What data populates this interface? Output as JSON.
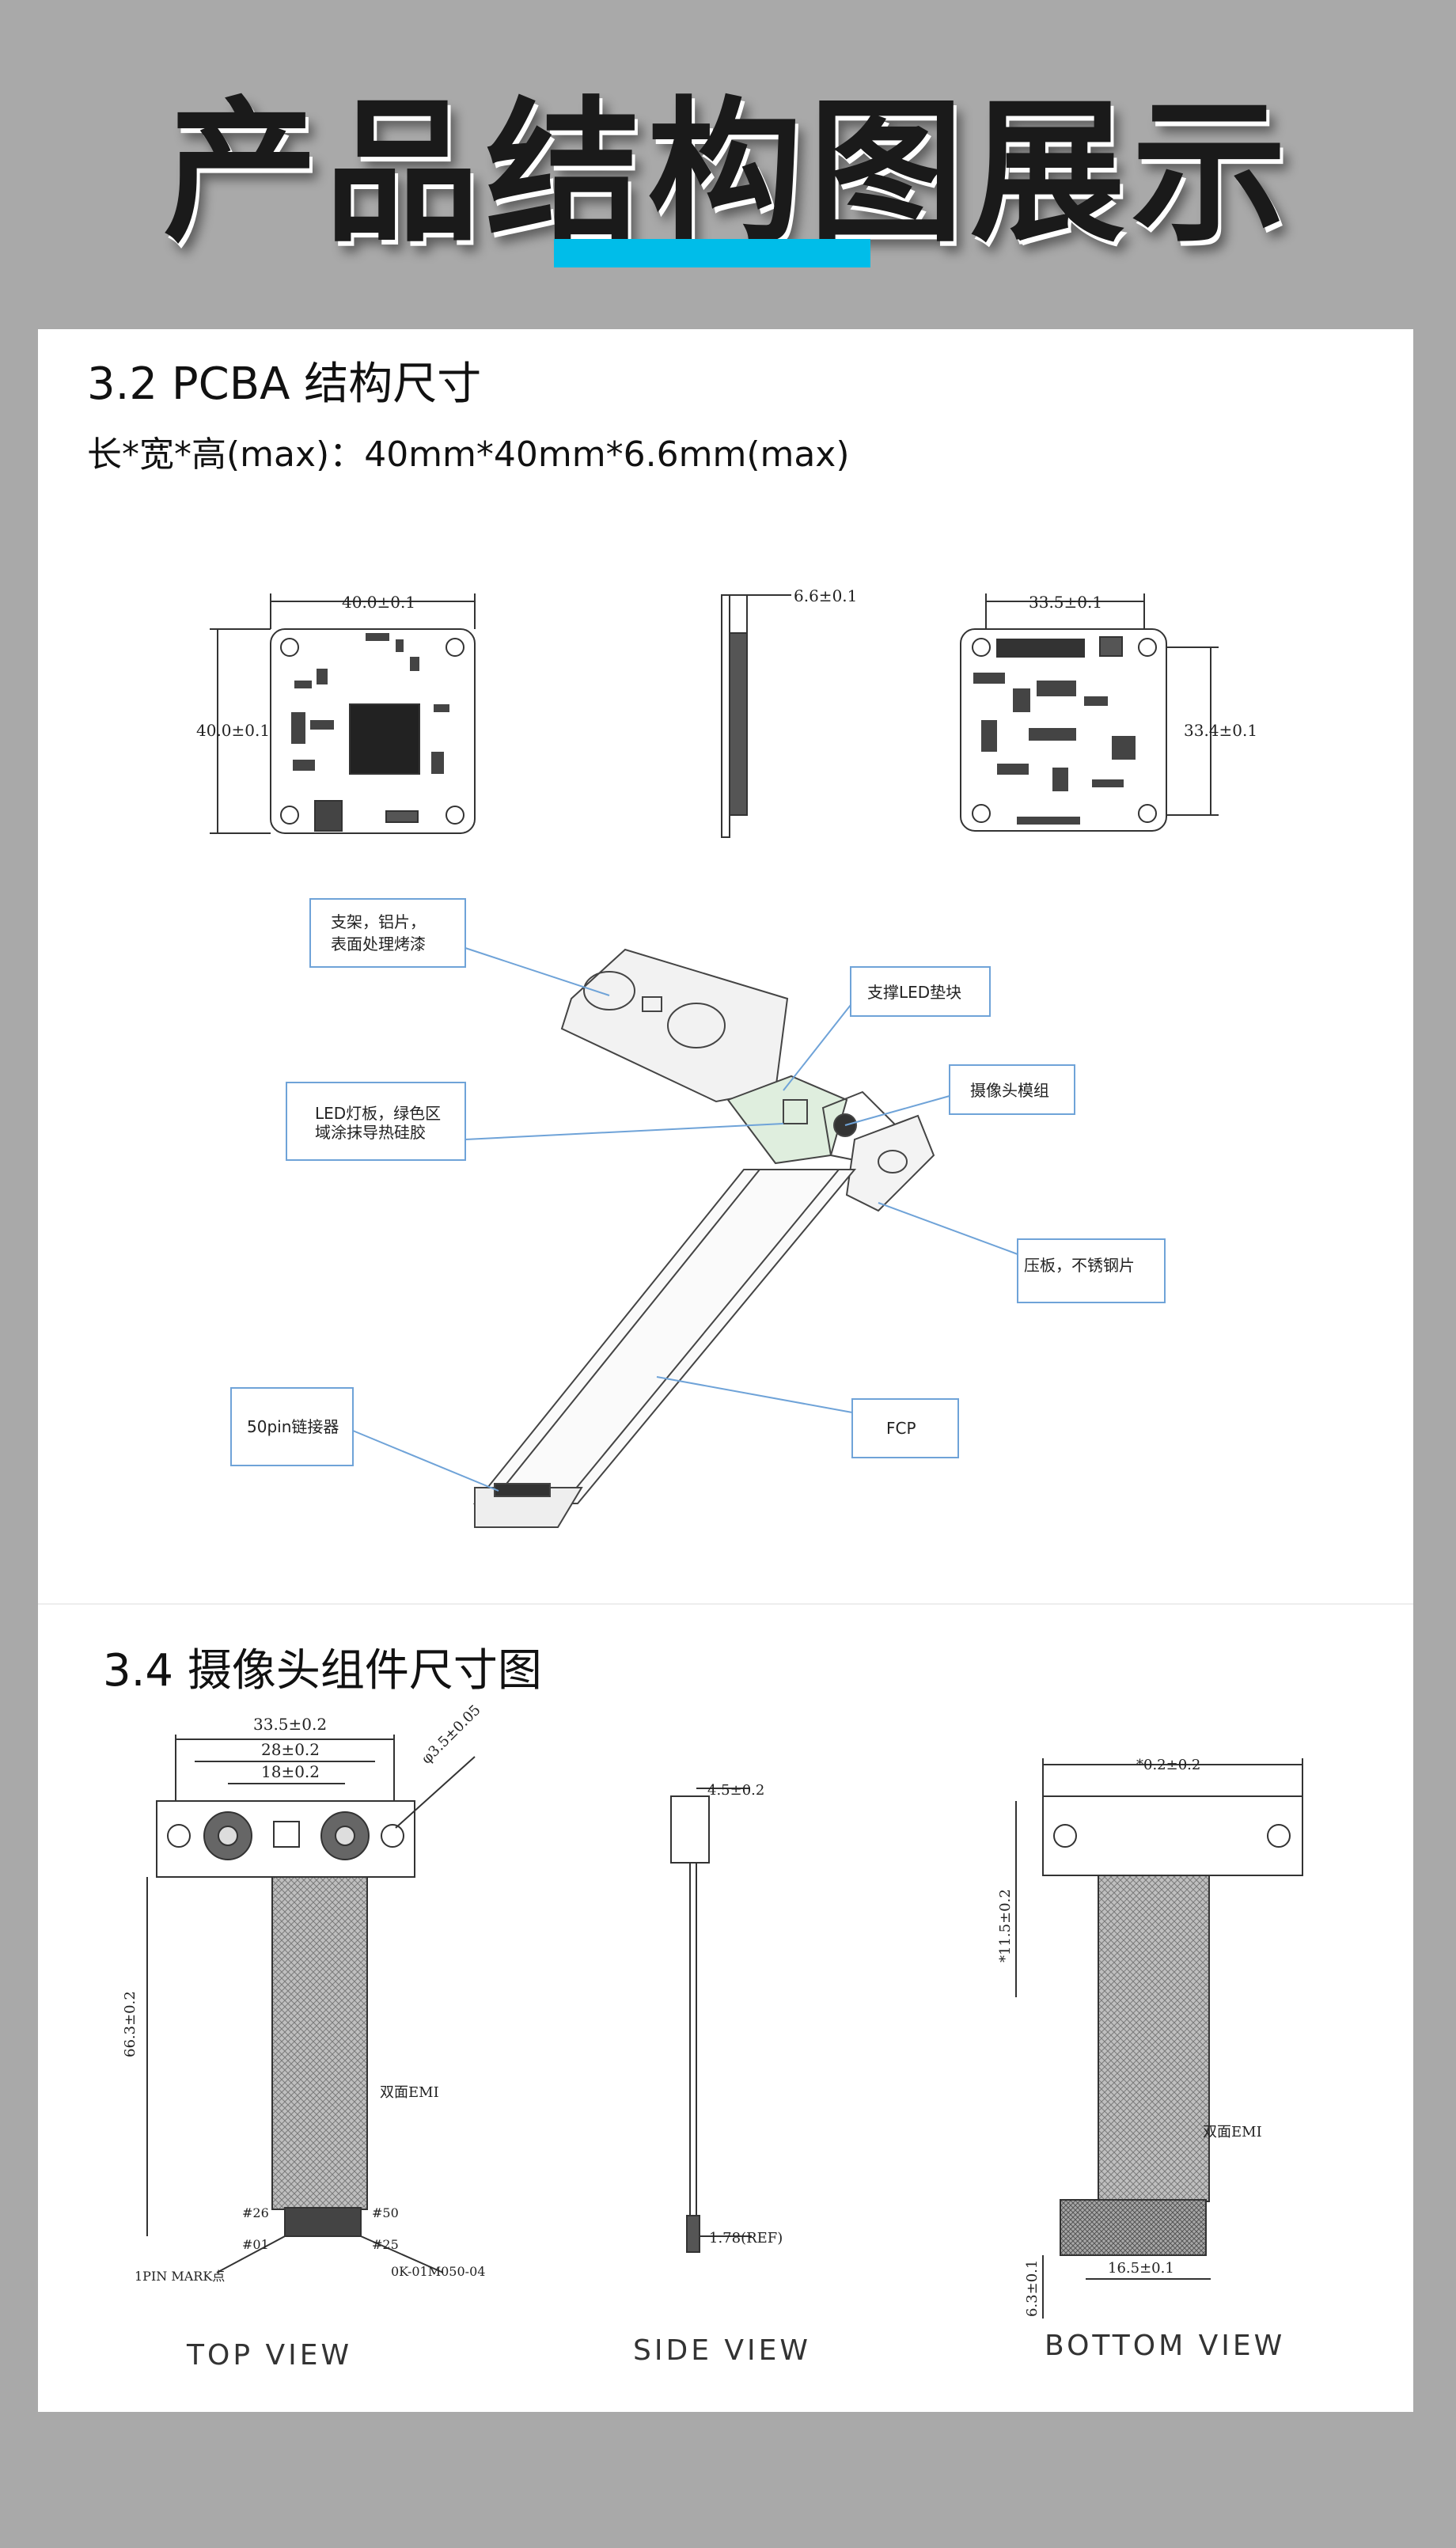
{
  "hero": {
    "title": "产品结构图展示"
  },
  "section_pcba": {
    "heading": "3.2 PCBA 结构尺寸",
    "dims": "长*宽*高(max)：40mm*40mm*6.6mm(max)",
    "front_w": "40.0±0.1",
    "front_h": "40.0±0.1",
    "side_thick": "6.6±0.1",
    "back_w": "33.5±0.1",
    "back_h": "33.4±0.1"
  },
  "exploded": {
    "callout_bracket_1": "支架，铝片，",
    "callout_bracket_2": "表面处理烤漆",
    "callout_led_pad": "支撑LED垫块",
    "callout_led_board_1": "LED灯板，绿色区",
    "callout_led_board_2": "域涂抹导热硅胶",
    "callout_camera": "摄像头模组",
    "callout_plate": "压板，不锈钢片",
    "callout_connector": "50pin链接器",
    "callout_fcp": "FCP"
  },
  "section_camera": {
    "heading": "3.4  摄像头组件尺寸图",
    "top_w1": "33.5±0.2",
    "top_w2": "28±0.2",
    "top_w3": "18±0.2",
    "top_hole": "φ3.5±0.05",
    "top_len": "66.3±0.2",
    "top_emi": "双面EMI",
    "pin26": "#26",
    "pin50": "#50",
    "pin01": "#01",
    "pin25": "#25",
    "pin_mark": "1PIN MARK点",
    "connector_part": "0K-01M050-04",
    "side_top": "4.5±0.2",
    "side_ref": "1.78(REF)",
    "bot_w": "*0.2±0.2",
    "bot_h": "*11.5±0.2",
    "bot_emi": "双面EMI",
    "bot_w2": "16.5±0.1",
    "bot_h2": "6.3±0.1",
    "view_top": "TOP VIEW",
    "view_side": "SIDE VIEW",
    "view_bottom": "BOTTOM VIEW"
  }
}
